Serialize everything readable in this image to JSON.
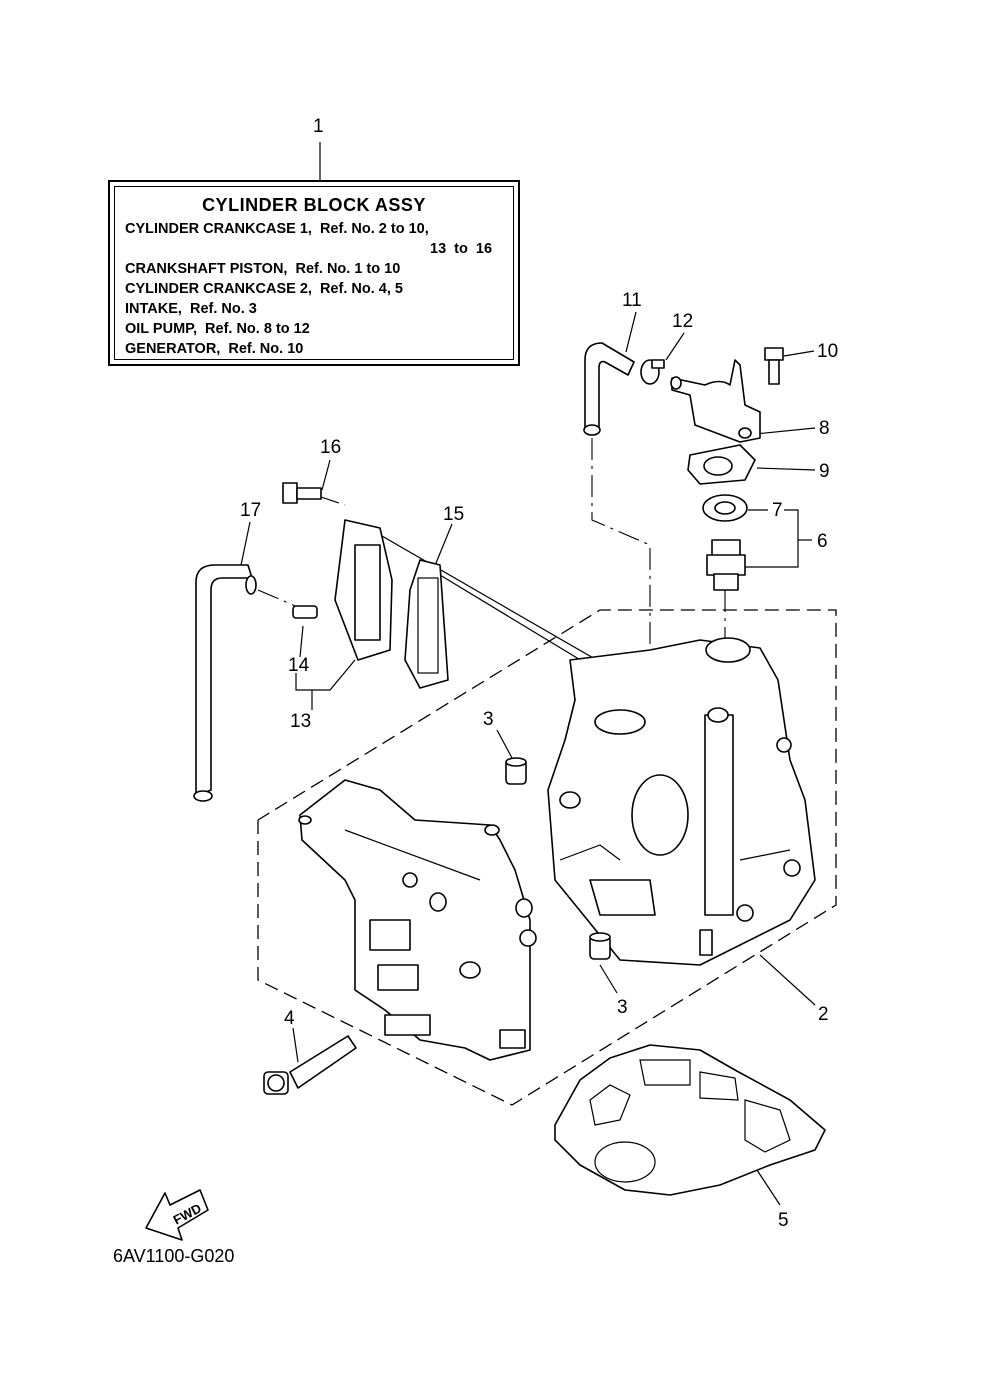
{
  "assy_box": {
    "title": "CYLINDER BLOCK ASSY",
    "lines": [
      "CYLINDER CRANKCASE 1,  Ref. No. 2 to 10,",
      "13  to  16",
      "CRANKSHAFT PISTON,  Ref. No. 1 to 10",
      "CYLINDER CRANKCASE 2,  Ref. No. 4, 5",
      "INTAKE,  Ref. No. 3",
      "OIL PUMP,  Ref. No. 8 to 12",
      "GENERATOR,  Ref. No. 10"
    ]
  },
  "callouts": [
    "1",
    "2",
    "3",
    "3",
    "4",
    "5",
    "6",
    "7",
    "8",
    "9",
    "10",
    "11",
    "12",
    "13",
    "14",
    "15",
    "16",
    "17"
  ],
  "fwd_label": "FWD",
  "diagram_code": "6AV1100-G020"
}
